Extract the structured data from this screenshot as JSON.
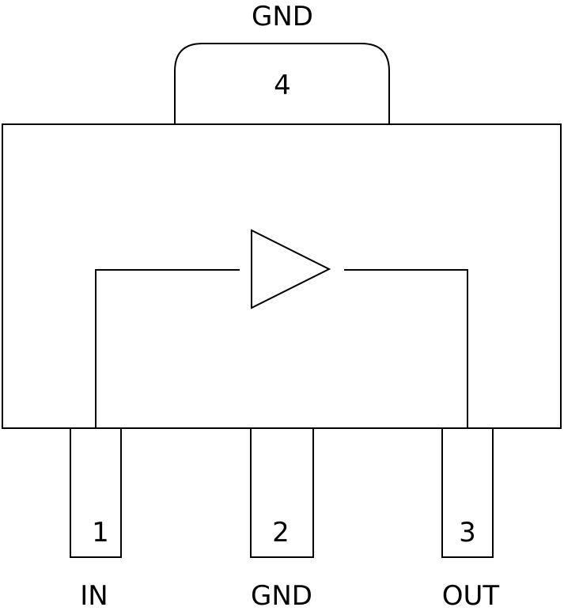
{
  "tab": {
    "label": "GND",
    "number": "4"
  },
  "pins": [
    {
      "number": "1",
      "label": "IN"
    },
    {
      "number": "2",
      "label": "GND"
    },
    {
      "number": "3",
      "label": "OUT"
    }
  ]
}
